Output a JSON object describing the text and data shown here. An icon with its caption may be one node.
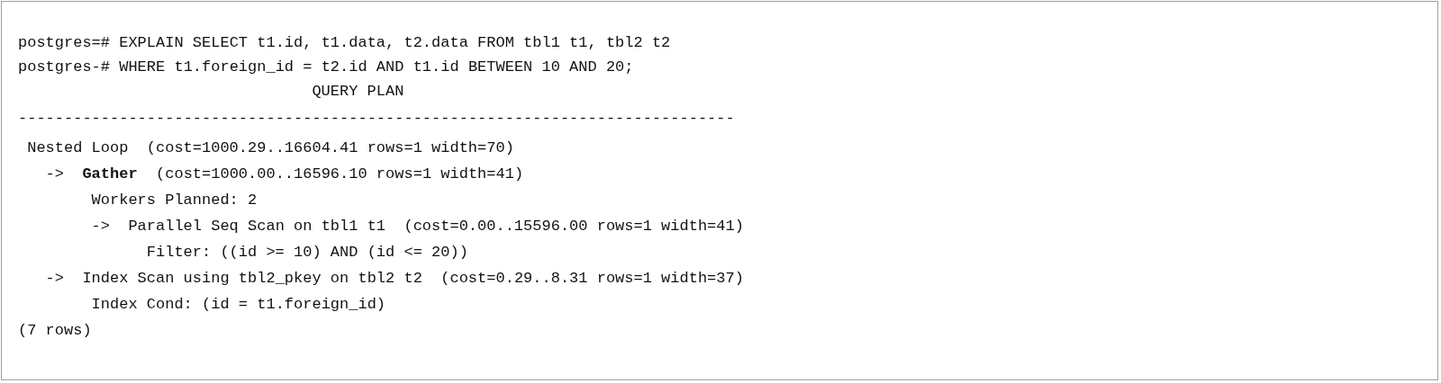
{
  "diagram": {
    "labels": [
      "postgres=# EXPLAIN SELECT t1.id, t1.data, t2.data FROM tbl1 t1, tbl2 t2",
      "postgres-# WHERE t1.foreign_id = t2.id AND t1.id BETWEEN 10 AND 20;",
      "QUERY PLAN",
      "------------------------------------------------------------------------------",
      "Nested Loop  (cost=1000.29..16604.41 rows=1 width=70)",
      "->  **Gather**  (cost=1000.00..16596.10 rows=1 width=41)",
      "Workers Planned: 2",
      "->  Parallel Seq Scan on tbl1 t1  (cost=0.00..15596.00 rows=1 width=41)",
      "Filter: ((id >= 10) AND (id <= 20))",
      "->  Index Scan using tbl2_pkey on tbl2 t2  (cost=0.29..8.31 rows=1 width=37)",
      "Index Cond: (id = t1.foreign_id)",
      "(7 rows)"
    ]
  }
}
